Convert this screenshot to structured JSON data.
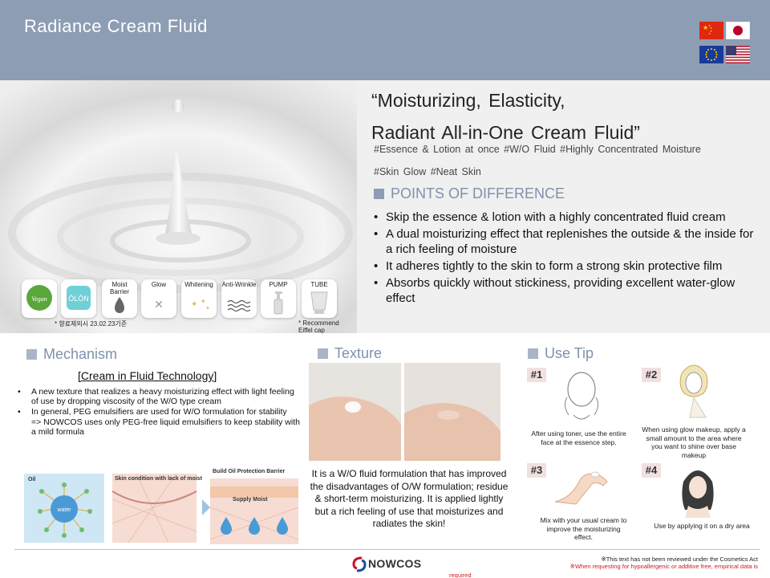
{
  "header": {
    "title": "Radiance Cream Fluid",
    "flags": [
      "china-flag",
      "japan-flag",
      "eu-flag",
      "usa-flag"
    ]
  },
  "hero": {
    "headline_line1": "“Moisturizing, Elasticity,",
    "headline_line2": "Radiant All-in-One Cream Fluid”",
    "tags_line1": "#Essence & Lotion at once #W/O Fluid #Highly Concentrated Moisture",
    "tags_line2": "#Skin Glow #Neat Skin",
    "points_title": "POINTS OF DIFFERENCE",
    "points": [
      "Skip the essence & lotion with a highly concentrated fluid cream",
      "A dual moisturizing effect that replenishes the outside & the inside for a rich feeling of moisture",
      "It adheres tightly to the skin to form a strong skin protective film",
      "Absorbs quickly without stickiness, providing excellent water-glow effect"
    ]
  },
  "badges": {
    "items": [
      {
        "label": "",
        "icon": "vegan-icon",
        "text": "Vegan"
      },
      {
        "label": "",
        "icon": "olon-icon",
        "text": "ŌLŌN"
      },
      {
        "label": "Moist Barrier",
        "icon": "drop-shield-icon"
      },
      {
        "label": "Glow",
        "icon": "sparkle-icon"
      },
      {
        "label": "Whitening",
        "icon": "stars-icon"
      },
      {
        "label": "Anti-Wrinkle",
        "icon": "wave-lines-icon"
      },
      {
        "label": "PUMP",
        "icon": "pump-bottle-icon"
      },
      {
        "label": "TUBE",
        "icon": "tube-icon"
      }
    ],
    "note_left": "* 향료제외시 23.02.23기준",
    "note_right": "* Recommend Eiffel cap"
  },
  "mechanism": {
    "title": "Mechanism",
    "subtitle": "[Cream in Fluid Technology]",
    "bullet1": "A new texture that realizes a heavy moisturizing effect with light feeling of use by dropping viscosity of the W/O type cream",
    "bullet2": "In general, PEG emulsifiers are used for W/O formulation for stability",
    "bullet2_cont": "=> NOWCOS uses only PEG-free liquid emulsifiers to keep stability with a mild formula",
    "diagram": {
      "oil_label": "Oil",
      "water_label": "water",
      "skin_label": "Skin condition with lack of moist",
      "barrier_label": "Build Oil Protection Barrier",
      "supply_label": "Supply Moist"
    }
  },
  "texture": {
    "title": "Texture",
    "description": "It is a W/O fluid formulation that has improved the disadvantages of O/W formulation; residue & short-term moisturizing. It is applied lightly but a rich feeling of use that moisturizes and radiates the skin!"
  },
  "use_tip": {
    "title": "Use Tip",
    "tips": [
      {
        "num": "#1",
        "text": "After using toner, use the entire face at the essence step."
      },
      {
        "num": "#2",
        "text": "When using glow makeup, apply a small amount to the area where you want to shine over base makeup"
      },
      {
        "num": "#3",
        "text": "Mix with your usual cream to improve the moisturizing effect."
      },
      {
        "num": "#4",
        "text": "Use by applying it on a dry area"
      }
    ]
  },
  "footer": {
    "brand": "NOWCOS",
    "note1": "※This text has not been reviewed under the Cosmetics Act",
    "note2": "※When requesting for hypoallergenic or additive free, empirical data is",
    "note3": "required"
  },
  "colors": {
    "header_bg": "#8d9db4",
    "accent_text": "#7f91ad",
    "warning": "#d21919"
  }
}
